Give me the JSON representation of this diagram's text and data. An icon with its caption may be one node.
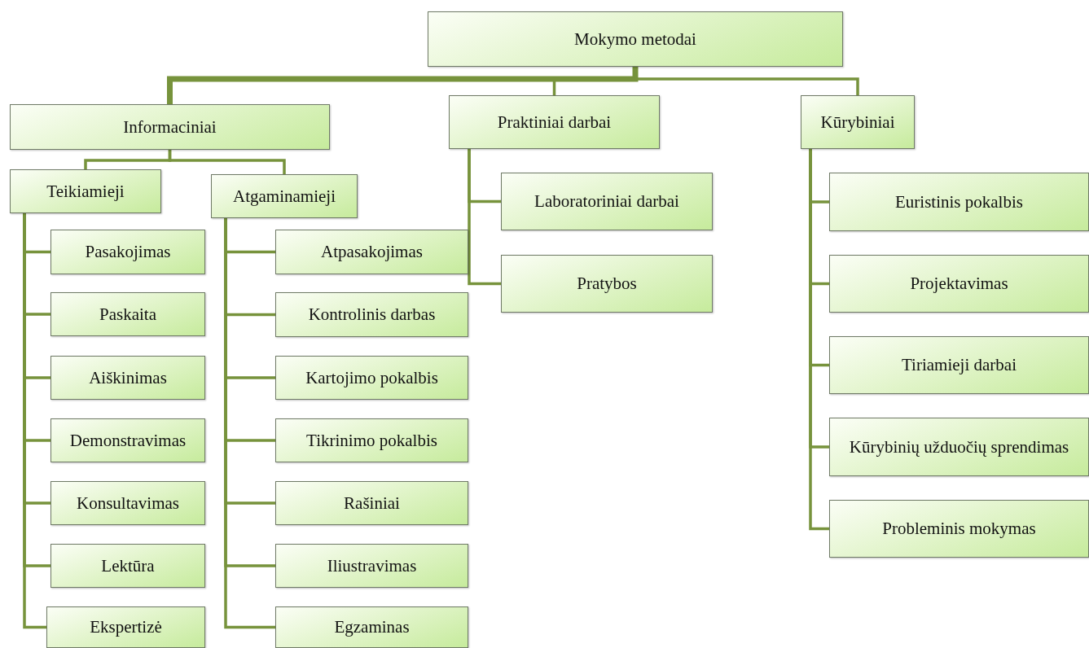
{
  "diagram": {
    "nodes": [
      {
        "text": [
          "Mokymo metodai"
        ]
      },
      {
        "text": [
          "Informaciniai"
        ]
      },
      {
        "text": [
          "Praktiniai darbai"
        ]
      },
      {
        "text": [
          "Kūrybiniai"
        ]
      },
      {
        "text": [
          "Teikiamieji"
        ]
      },
      {
        "text": [
          "Atgaminamieji"
        ]
      },
      {
        "text": [
          "Pasakojimas"
        ]
      },
      {
        "text": [
          "Paskaita"
        ]
      },
      {
        "text": [
          "Aiškinimas"
        ]
      },
      {
        "text": [
          "Demonstravimas"
        ]
      },
      {
        "text": [
          "Konsultavimas"
        ]
      },
      {
        "text": [
          "Lektūra"
        ]
      },
      {
        "text": [
          "Ekspertizė"
        ]
      },
      {
        "text": [
          "Atpasakojimas"
        ]
      },
      {
        "text": [
          "Kontrolinis darbas"
        ]
      },
      {
        "text": [
          "Kartojimo pokalbis"
        ]
      },
      {
        "text": [
          "Tikrinimo pokalbis"
        ]
      },
      {
        "text": [
          "Rašiniai"
        ]
      },
      {
        "text": [
          "Iliustravimas"
        ]
      },
      {
        "text": [
          "Egzaminas"
        ]
      },
      {
        "text": [
          "Laboratoriniai darbai"
        ]
      },
      {
        "text": [
          "Pratybos"
        ]
      },
      {
        "text": [
          "Euristinis pokalbis"
        ]
      },
      {
        "text": [
          "Projektavimas"
        ]
      },
      {
        "text": [
          "Tiriamieji darbai"
        ]
      },
      {
        "text": [
          "Kūrybinių užduočių sprendimas"
        ]
      },
      {
        "text": [
          "Probleminis mokymas"
        ]
      }
    ],
    "edges": [
      {
        "from": 0,
        "to": 1,
        "arrow": "none",
        "style": "thick"
      },
      {
        "from": 0,
        "to": 2,
        "arrow": "none"
      },
      {
        "from": 0,
        "to": 3,
        "arrow": "none"
      },
      {
        "from": 1,
        "to": 4,
        "arrow": "none"
      },
      {
        "from": 1,
        "to": 5,
        "arrow": "none"
      },
      {
        "from": 4,
        "to": 6,
        "arrow": "none"
      },
      {
        "from": 4,
        "to": 7,
        "arrow": "none"
      },
      {
        "from": 4,
        "to": 8,
        "arrow": "none"
      },
      {
        "from": 4,
        "to": 9,
        "arrow": "none"
      },
      {
        "from": 4,
        "to": 10,
        "arrow": "none"
      },
      {
        "from": 4,
        "to": 11,
        "arrow": "none"
      },
      {
        "from": 4,
        "to": 12,
        "arrow": "none"
      },
      {
        "from": 5,
        "to": 13,
        "arrow": "none"
      },
      {
        "from": 5,
        "to": 14,
        "arrow": "none"
      },
      {
        "from": 5,
        "to": 15,
        "arrow": "none"
      },
      {
        "from": 5,
        "to": 16,
        "arrow": "none"
      },
      {
        "from": 5,
        "to": 17,
        "arrow": "none"
      },
      {
        "from": 5,
        "to": 18,
        "arrow": "none"
      },
      {
        "from": 5,
        "to": 19,
        "arrow": "none"
      },
      {
        "from": 2,
        "to": 20,
        "arrow": "none"
      },
      {
        "from": 2,
        "to": 21,
        "arrow": "none"
      },
      {
        "from": 3,
        "to": 22,
        "arrow": "none"
      },
      {
        "from": 3,
        "to": 23,
        "arrow": "none"
      },
      {
        "from": 3,
        "to": 24,
        "arrow": "none"
      },
      {
        "from": 3,
        "to": 25,
        "arrow": "none"
      },
      {
        "from": 3,
        "to": 26,
        "arrow": "none"
      }
    ]
  }
}
